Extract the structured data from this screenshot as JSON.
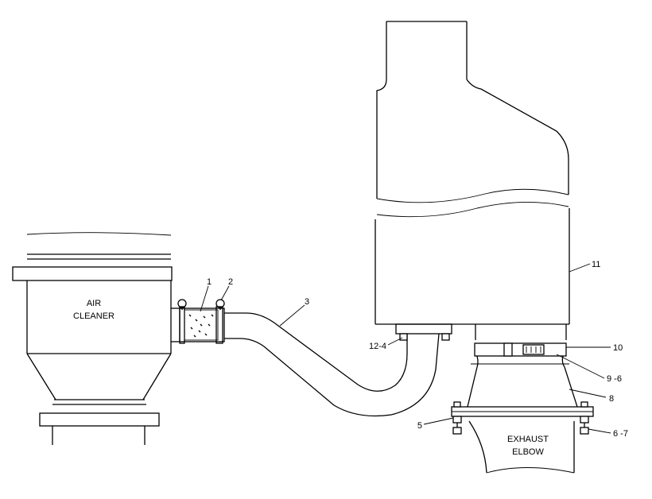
{
  "labels": {
    "air_cleaner_line1": "AIR",
    "air_cleaner_line2": "CLEANER",
    "exhaust_line1": "EXHAUST",
    "exhaust_line2": "ELBOW"
  },
  "callouts": {
    "c1": "1",
    "c2": "2",
    "c3": "3",
    "c5": "5",
    "c67": "6 -7",
    "c8": "8",
    "c96": "9 -6",
    "c10": "10",
    "c11": "11",
    "c124": "12-4"
  }
}
